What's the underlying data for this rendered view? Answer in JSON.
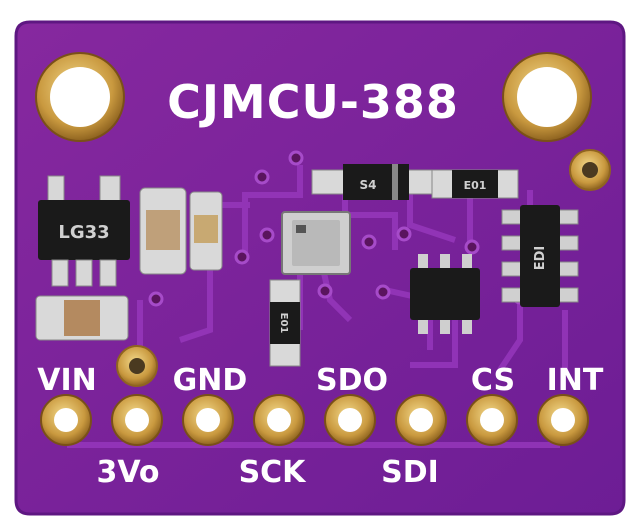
{
  "board": {
    "title": "CJMCU-388",
    "pcb_color": "#7b1fa2",
    "pcb_edge_color": "#5e1782",
    "trace_color": "#8e2cb3",
    "pad_color": "#d8b25a",
    "silk_color": "#ffffff"
  },
  "top_pins": [
    "VIN",
    "GND",
    "SDO",
    "CS",
    "INT"
  ],
  "bottom_pins": [
    "3Vo",
    "SCK",
    "SDI"
  ],
  "components": {
    "regulator_marking": "LG33",
    "diode_marking": "S4",
    "resistor_a_marking": "E01",
    "ic_marking": "EDI",
    "resistor_b_marking": "E01"
  },
  "icons": [
    "mounting-hole-icon",
    "via-icon",
    "header-pad-icon"
  ]
}
